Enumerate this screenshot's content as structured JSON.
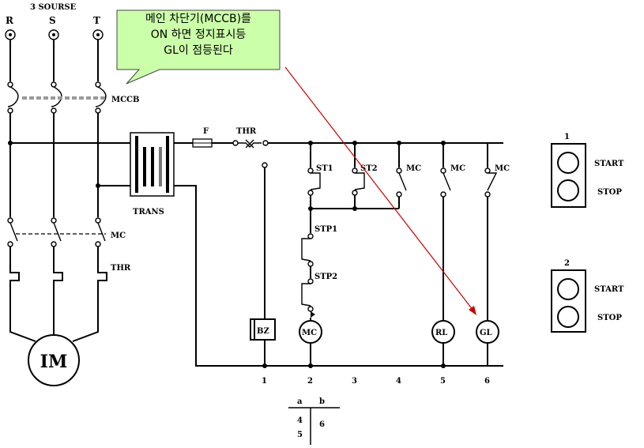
{
  "source_label": "3 SOURSE",
  "phases": [
    "R",
    "S",
    "T"
  ],
  "labels": {
    "mccb": "MCCB",
    "mc_main": "MC",
    "thr_main": "THR",
    "motor": "IM",
    "trans": "TRANS",
    "fuse": "F",
    "thr_ctrl": "THR",
    "st1": "ST1",
    "st2": "ST2",
    "mc_c3": "MC",
    "mc_c4": "MC",
    "mc_c5": "MC",
    "stp1": "STP1",
    "stp2": "STP2",
    "bz": "BZ",
    "mc_coil": "MC",
    "rl": "RL",
    "gl": "GL"
  },
  "column_numbers": [
    "1",
    "2",
    "3",
    "4",
    "5",
    "6"
  ],
  "ab_table": {
    "headers": [
      "a",
      "b"
    ],
    "a_values": [
      "4",
      "5"
    ],
    "b_values": [
      "6"
    ]
  },
  "panels": [
    {
      "number": "1",
      "start": "START",
      "stop": "STOP"
    },
    {
      "number": "2",
      "start": "START",
      "stop": "STOP"
    }
  ],
  "callout": {
    "line1": "메인 차단기(MCCB)를",
    "line2": "ON 하면 정지표시등",
    "line3": "GL이 점등된다",
    "bg_color": "#ccffaa",
    "arrow_color": "#cc0000"
  }
}
